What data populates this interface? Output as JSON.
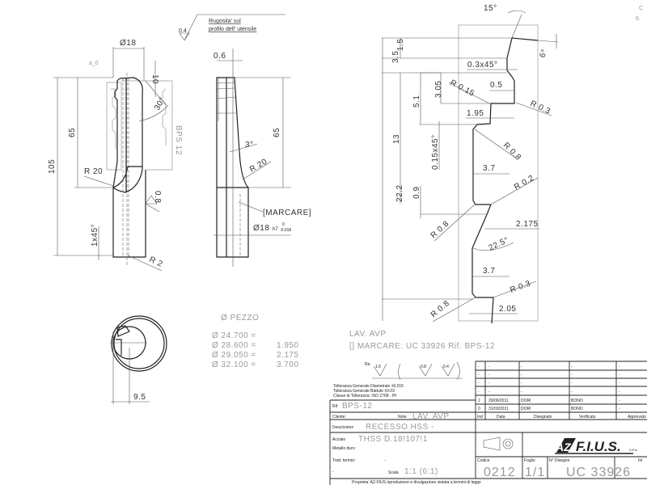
{
  "surface_note": {
    "roughness": "0.4",
    "line1": "Rugosita' sul",
    "line2": "profilo dell' utensile"
  },
  "corner_partial": {
    "line1": "C",
    "line2": "6."
  },
  "front_view": {
    "dia_top": "Ø18",
    "label_a0": "a_0",
    "dim_10": "10",
    "angle_30": "30°",
    "holder_label": "BPS 12",
    "dim_105": "105",
    "dim_65": "65",
    "radius_r20": "R 20",
    "roughness_08": "0.8",
    "chamfer": "1x45°",
    "radius_r2": "R 2"
  },
  "side_view": {
    "dim_06": "0.6",
    "angle_3": "3°",
    "radius_r20": "R 20",
    "dim_65": "65",
    "marcare": "[MARCARE]",
    "dia_shank": "Ø18",
    "fit": "h7",
    "tol_upper": "0",
    "tol_lower": "-0.018"
  },
  "profile": {
    "angle_15": "15°",
    "angle_6": "6°",
    "dim_35": "3.5",
    "dim_15": "1.5",
    "chamfer_03": "0.3x45°",
    "r015": "R 0.15",
    "dim_05": "0.5",
    "dim_305": "3.05",
    "dim_51": "5.1",
    "r03_a": "R 0.3",
    "dim_195": "1.95",
    "dim_13": "13",
    "chamfer_015": "0.15x45°",
    "r08_a": "R 0.8",
    "dim_37_a": "3.7",
    "r02": "R 0.2",
    "dim_222": "22.2",
    "dim_09": "0.9",
    "dim_2175": "2.175",
    "r08_b": "R 0.8",
    "angle_225": "22.5°",
    "dim_37_b": "3.7",
    "r03_b": "R 0.3",
    "r08_c": "R 0.8",
    "dim_205": "2.05"
  },
  "end_view": {
    "dim_95": "9.5"
  },
  "pezzo": {
    "title": "Ø PEZZO",
    "rows": [
      {
        "dia": "Ø 24.700 =",
        "val": ""
      },
      {
        "dia": "Ø 28.600 =",
        "val": "1.950"
      },
      {
        "dia": "Ø 29.050 =",
        "val": "2.175"
      },
      {
        "dia": "Ø 32.100 =",
        "val": "3.700"
      }
    ]
  },
  "notes": {
    "line1": "LAV. AVP",
    "line2": "[] MARCARE: UC 33926 Rif. BPS-12"
  },
  "roughness_legend": {
    "label": "Ra",
    "v1": "1.6",
    "v2": "0.8",
    "v3": "0.4"
  },
  "tolerances": [
    "Tolleranza Generale Diametrale ±0.015",
    "Tolleranza Generale Battute ±0.03",
    "Classe di Tolleranza: ISO 2768 - fH"
  ],
  "revisions": {
    "headers": [
      "Ind",
      "Data",
      "Disegnato",
      "Verificato",
      "Approvato"
    ],
    "rows": [
      [
        "-",
        "-",
        "-",
        "-",
        "-"
      ],
      [
        "-",
        "-",
        "-",
        "-",
        "-"
      ],
      [
        "-",
        "-",
        "-",
        "-",
        "-"
      ],
      [
        "-",
        "-",
        "-",
        "-",
        "-"
      ],
      [
        "1",
        "29/06/2011",
        "DORI",
        "BONO",
        "-"
      ],
      [
        "0",
        "31/03/2011",
        "DORI",
        "BONO",
        "-"
      ]
    ]
  },
  "title_block": {
    "rif_label": "Rif",
    "rif_value": "BPS-12",
    "cliente_label": "Cliente:",
    "note_label": "Note",
    "note_value": "LAV. AVP",
    "descr_label": "Descrizione",
    "descr_value": "RECESSO HSS -",
    "acciaio_label": "Acciaio",
    "acciaio_value": "THSS D.18!107!1",
    "metallo_label": "Metallo duro:",
    "tratt_label": "Tratt. termici",
    "tratt_value": "-",
    "blank_value": "-",
    "scala_label": "Scala",
    "scala_value": "1:1 (6:1)",
    "codice_label": "Codice",
    "codice_value": "0212",
    "foglio_label": "Foglio",
    "foglio_value": "1/1",
    "disegno_label": "N° Disegno",
    "disegno_value": "UC 33926",
    "inizio_label": "Ini",
    "logo": "AZ F.I.U.S. S.P.A.",
    "logo_text": "F.I.U.S.",
    "logo_mark": "AZ",
    "logo_suffix": "S.P.A.",
    "footer": "Proprieta' AZ-FIUS riproduzione e divulgazione vietata a termini di legge"
  }
}
